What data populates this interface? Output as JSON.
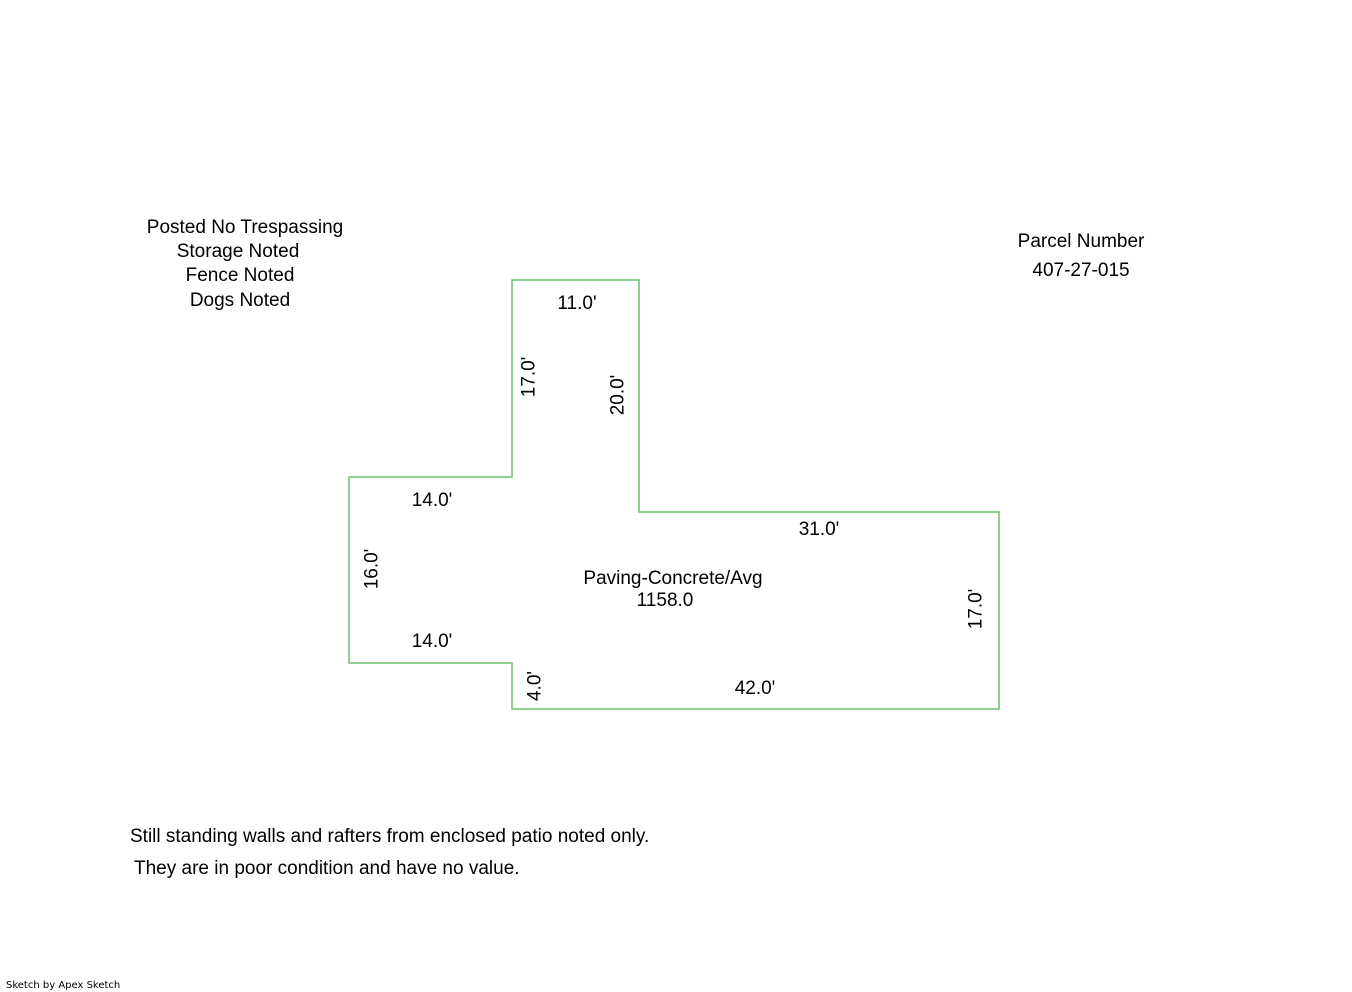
{
  "notes_left": [
    "Posted No Trespassing",
    "Storage Noted",
    "Fence Noted",
    "Dogs Noted"
  ],
  "parcel": {
    "label": "Parcel Number",
    "number": "407-27-015"
  },
  "area": {
    "name": "Paving-Concrete/Avg",
    "value": "1158.0"
  },
  "dimensions": {
    "top": "11.0'",
    "left_upper": "17.0'",
    "right_upper": "20.0'",
    "step_top": "14.0'",
    "left": "16.0'",
    "step_bottom": "14.0'",
    "notch": "4.0'",
    "bottom": "42.0'",
    "right_top": "31.0'",
    "right": "17.0'"
  },
  "comments": [
    "Still standing walls and rafters from enclosed patio noted only.",
    "They are in poor condition and have no value."
  ],
  "credit": "Sketch by Apex Sketch",
  "colors": {
    "outline": "#6dbf6d"
  }
}
